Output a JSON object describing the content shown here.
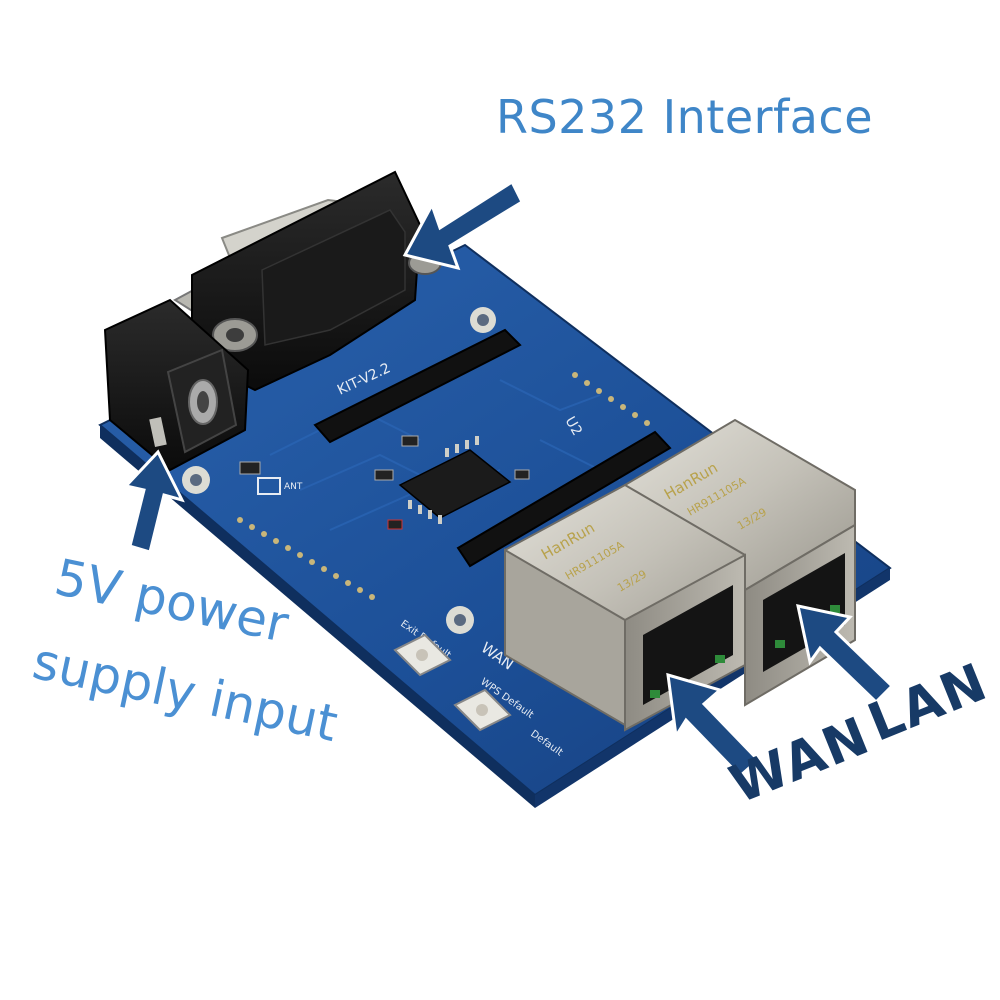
{
  "callouts": {
    "rs232": "RS232 Interface",
    "power_line1": "5V power",
    "power_line2": "supply input",
    "wan": "WAN",
    "lan": "LAN"
  },
  "board": {
    "version_silk": "KIT-V2.2",
    "chip_silk": "U2",
    "ant_silk": "ANT",
    "wan_silk": "WAN",
    "exit_silk": "Exit Default",
    "wps_silk": "WPS Default",
    "default_silk": "Default",
    "jack_brand": "HanRun",
    "jack_part": "HR911105A",
    "jack_date": "13/29"
  },
  "colors": {
    "board": "#1d4f96",
    "board_dark": "#143a73",
    "callout_blue": "#3f86c8",
    "arrow_navy": "#173a66",
    "metal": "#c9c7c0"
  }
}
